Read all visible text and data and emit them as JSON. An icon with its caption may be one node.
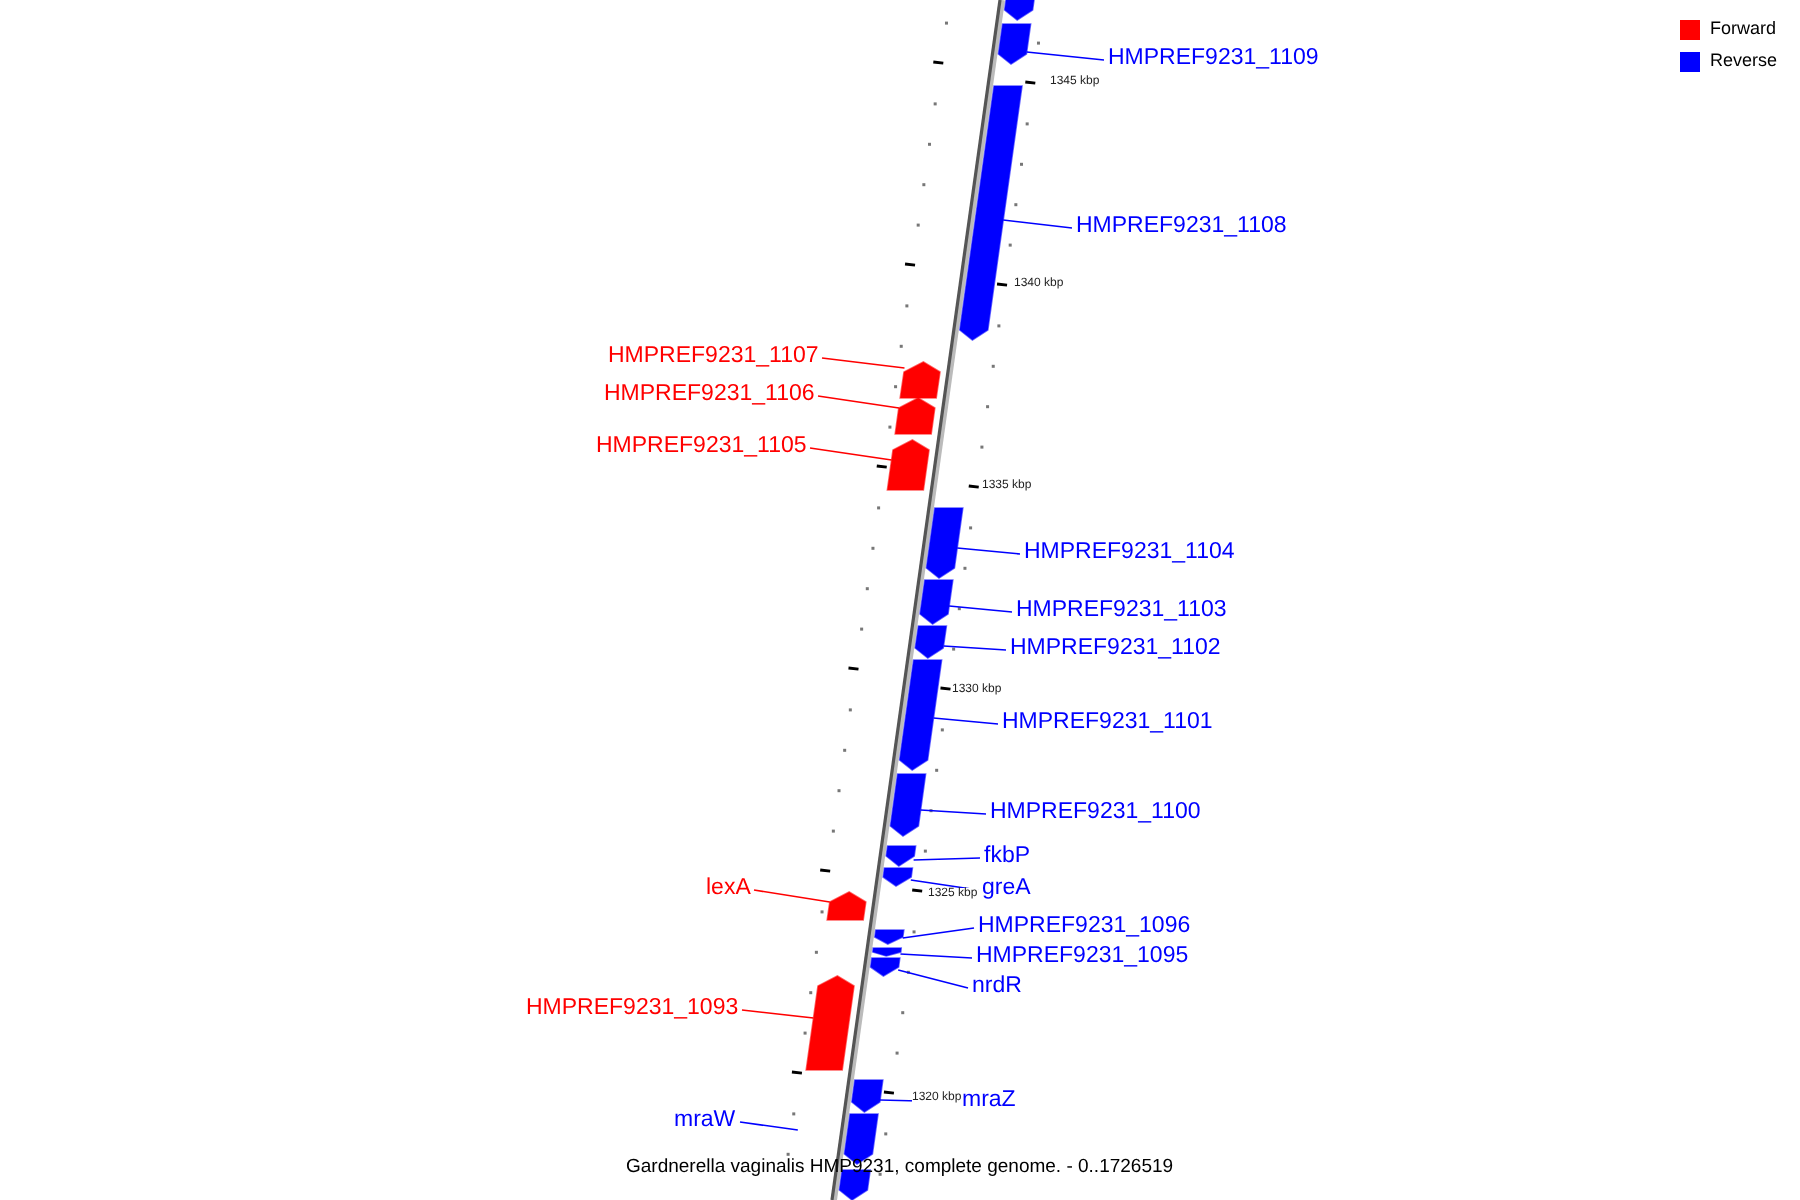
{
  "diagram": {
    "caption": "Gardnerella vaginalis HMP9231, complete genome. - 0..1726519",
    "nodes": [
      {
        "text": [],
        "shape": "box"
      },
      {
        "text": [
          "HMPREF9231_1109"
        ]
      },
      {
        "text": [],
        "shape": "box"
      },
      {
        "text": [
          "HMPREF9231_1108"
        ]
      },
      {
        "text": [],
        "shape": "box"
      },
      {
        "text": [
          "HMPREF9231_1107"
        ]
      },
      {
        "text": [],
        "shape": "box"
      },
      {
        "text": [
          "HMPREF9231_1106"
        ]
      },
      {
        "text": [],
        "shape": "box"
      },
      {
        "text": [
          "HMPREF9231_1105"
        ]
      },
      {
        "text": [],
        "shape": "box"
      },
      {
        "text": [
          "HMPREF9231_1104"
        ]
      },
      {
        "text": [],
        "shape": "box"
      },
      {
        "text": [
          "HMPREF9231_1103"
        ]
      },
      {
        "text": [],
        "shape": "box"
      },
      {
        "text": [
          "HMPREF9231_1102"
        ]
      },
      {
        "text": [],
        "shape": "box"
      },
      {
        "text": [
          "HMPREF9231_1101"
        ]
      },
      {
        "text": [],
        "shape": "box"
      },
      {
        "text": [
          "HMPREF9231_1100"
        ]
      },
      {
        "text": [],
        "shape": "box"
      },
      {
        "text": [
          "fkbP"
        ]
      },
      {
        "text": [],
        "shape": "box"
      },
      {
        "text": [
          "greA"
        ]
      },
      {
        "text": [],
        "shape": "box"
      },
      {
        "text": [
          "lexA"
        ]
      },
      {
        "text": [],
        "shape": "box"
      },
      {
        "text": [
          "HMPREF9231_1096"
        ]
      },
      {
        "text": [],
        "shape": "box"
      },
      {
        "text": [
          "HMPREF9231_1095"
        ]
      },
      {
        "text": [],
        "shape": "box"
      },
      {
        "text": [
          "nrdR"
        ]
      },
      {
        "text": [],
        "shape": "box"
      },
      {
        "text": [
          "HMPREF9231_1093"
        ]
      },
      {
        "text": [],
        "shape": "box"
      },
      {
        "text": [
          "mraZ"
        ]
      },
      {
        "text": [],
        "shape": "box"
      },
      {
        "text": [],
        "shape": "box"
      },
      {
        "text": [
          "mraW"
        ]
      },
      {
        "text": [],
        "shape": "box"
      }
    ],
    "edges": [
      {
        "from": 1,
        "to": 2,
        "arrow": "none"
      },
      {
        "from": 3,
        "to": 4,
        "arrow": "none"
      },
      {
        "from": 5,
        "to": 6,
        "arrow": "none",
        "color": "#ff0000"
      },
      {
        "from": 7,
        "to": 8,
        "arrow": "none",
        "color": "#ff0000"
      },
      {
        "from": 9,
        "to": 10,
        "arrow": "none",
        "color": "#ff0000"
      },
      {
        "from": 11,
        "to": 12,
        "arrow": "none"
      },
      {
        "from": 13,
        "to": 14,
        "arrow": "none"
      },
      {
        "from": 15,
        "to": 16,
        "arrow": "none"
      },
      {
        "from": 17,
        "to": 18,
        "arrow": "none"
      },
      {
        "from": 19,
        "to": 20,
        "arrow": "none"
      },
      {
        "from": 21,
        "to": 22,
        "arrow": "none"
      },
      {
        "from": 23,
        "to": 24,
        "arrow": "none"
      },
      {
        "from": 25,
        "to": 26,
        "arrow": "none",
        "color": "#ff0000"
      },
      {
        "from": 27,
        "to": 28,
        "arrow": "none"
      },
      {
        "from": 29,
        "to": 30,
        "arrow": "none"
      },
      {
        "from": 31,
        "to": 32,
        "arrow": "none"
      },
      {
        "from": 33,
        "to": 34,
        "arrow": "none",
        "color": "#ff0000"
      },
      {
        "from": 35,
        "to": 36,
        "arrow": "none"
      },
      {
        "from": 38,
        "to": null,
        "arrow": "none"
      }
    ],
    "labels": [
      "1345 kbp",
      "1340 kbp",
      "1335 kbp",
      "1330 kbp",
      "1325 kbp",
      "1320 kbp"
    ],
    "legend": [
      {
        "text": "Forward",
        "color": "#ff0000"
      },
      {
        "text": "Reverse",
        "color": "#0000ff"
      }
    ]
  }
}
